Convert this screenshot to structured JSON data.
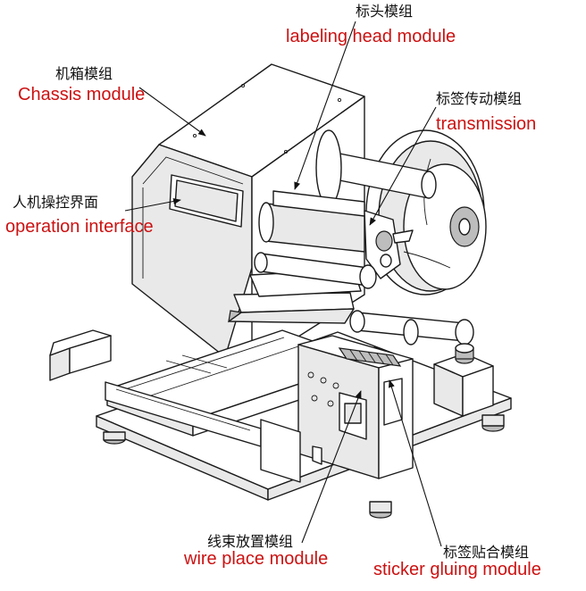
{
  "labels": {
    "labeling_head": {
      "zh": "标头模组",
      "en": "labeling head module"
    },
    "chassis": {
      "zh": "机箱模组",
      "en": "Chassis module"
    },
    "transmission": {
      "zh": "标签传动模组",
      "en": "transmission"
    },
    "operation": {
      "zh": "人机操控界面",
      "en": "operation interface"
    },
    "wire_place": {
      "zh": "线束放置模组",
      "en": "wire place module"
    },
    "sticker_gluing": {
      "zh": "标签贴合模组",
      "en": "sticker gluing module"
    }
  },
  "colors": {
    "english_label": "#cc1111",
    "chinese_label": "#111111",
    "line": "#1a1a1a"
  }
}
